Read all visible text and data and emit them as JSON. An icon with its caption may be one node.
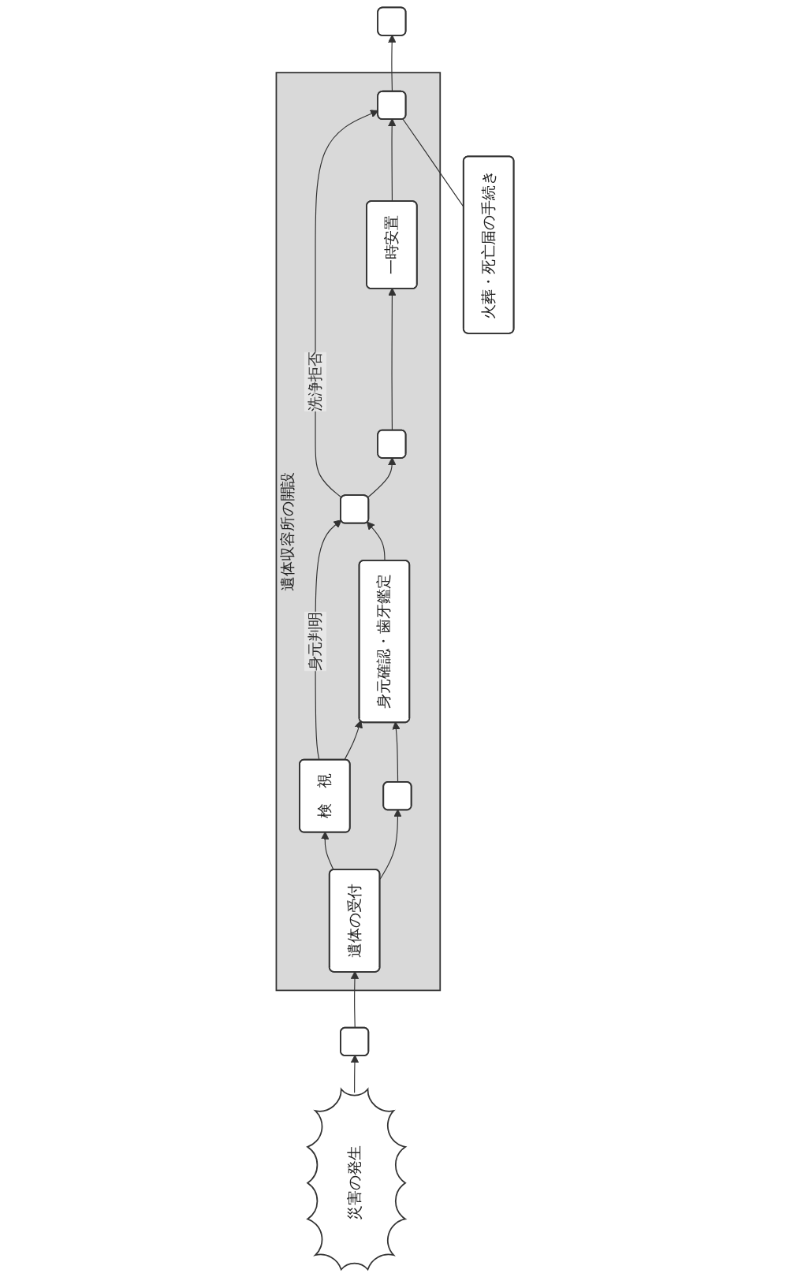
{
  "diagram": {
    "nodes": [
      {
        "text": [
          "災害の発生"
        ]
      },
      {
        "text": [],
        "shape": "box"
      },
      {
        "text": [
          "遺体収容所の開設"
        ]
      },
      {
        "text": [
          "遺体の受付"
        ],
        "in": 2
      },
      {
        "text": [
          "検　視"
        ],
        "in": 2
      },
      {
        "text": [],
        "shape": "box",
        "in": 2
      },
      {
        "text": [
          "身元確認・歯牙鑑定"
        ],
        "in": 2
      },
      {
        "text": [],
        "shape": "box",
        "in": 2
      },
      {
        "text": [],
        "shape": "box",
        "in": 2
      },
      {
        "text": [
          "一時安置"
        ],
        "in": 2
      },
      {
        "text": [],
        "shape": "box",
        "in": 2
      },
      {
        "text": [],
        "shape": "box"
      },
      {
        "text": [
          "火葬・死亡届の手続き"
        ]
      }
    ],
    "edges": [
      {
        "from": 0,
        "to": 1,
        "arrow": "to"
      },
      {
        "from": 1,
        "to": 3,
        "arrow": "to"
      },
      {
        "from": 3,
        "to": 4,
        "arrow": "to"
      },
      {
        "from": 3,
        "to": 5,
        "arrow": "to"
      },
      {
        "from": 4,
        "to": 6,
        "arrow": "to"
      },
      {
        "from": 5,
        "to": 6,
        "arrow": "to"
      },
      {
        "from": 4,
        "to": 7,
        "arrow": "to",
        "label": "身元判明"
      },
      {
        "from": 6,
        "to": 7,
        "arrow": "to"
      },
      {
        "from": 7,
        "to": 8,
        "arrow": "to"
      },
      {
        "from": 8,
        "to": 9,
        "arrow": "to"
      },
      {
        "from": 7,
        "to": 10,
        "arrow": "to",
        "label": "洗浄拒否"
      },
      {
        "from": 9,
        "to": 10,
        "arrow": "to"
      },
      {
        "from": 10,
        "to": 11,
        "arrow": "to"
      },
      {
        "from": 12,
        "to": 10,
        "arrow": "none"
      }
    ]
  }
}
